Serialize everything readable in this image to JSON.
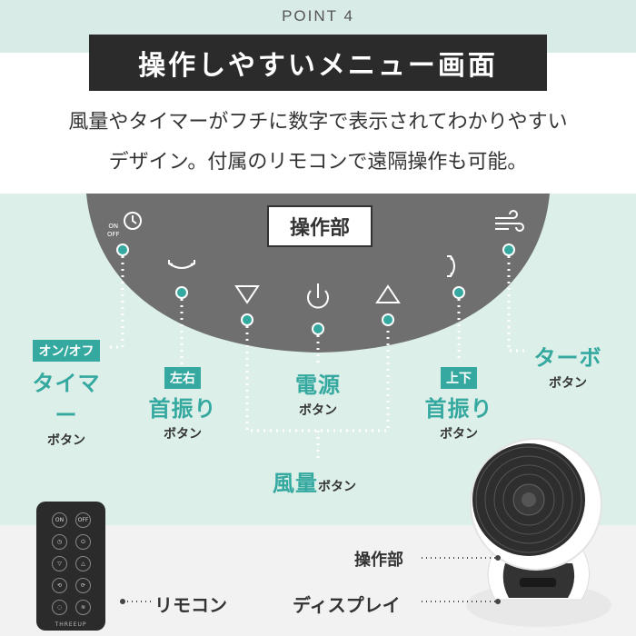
{
  "header": {
    "point": "POINT 4",
    "title": "操作しやすいメニュー画面",
    "desc_line1": "風量やタイマーがフチに数字で表示されてわかりやすい",
    "desc_line2": "デザイン。付属のリモコンで遠隔操作も可能。"
  },
  "panel": {
    "label": "操作部",
    "on_text": "ON",
    "off_text": "OFF"
  },
  "callouts": {
    "timer_badge": "オン/オフ",
    "timer_main": "タイマー",
    "timer_sub": "ボタン",
    "lr_badge": "左右",
    "lr_main": "首振り",
    "lr_sub": "ボタン",
    "power_main": "電源",
    "power_sub": "ボタン",
    "ud_badge": "上下",
    "ud_main": "首振り",
    "ud_sub": "ボタン",
    "turbo_main": "ターボ",
    "turbo_sub": "ボタン",
    "wind_main": "風量",
    "wind_sub": "ボタン"
  },
  "remote": {
    "on": "ON",
    "off": "OFF",
    "brand": "THREEUP",
    "label": "リモコン"
  },
  "fan": {
    "panel_label": "操作部",
    "display_label": "ディスプレイ"
  },
  "colors": {
    "accent": "#35a9a0",
    "mint_bg": "#dcefe9",
    "dark": "#2b2b2b",
    "panel_gray": "#6f6f6f"
  }
}
